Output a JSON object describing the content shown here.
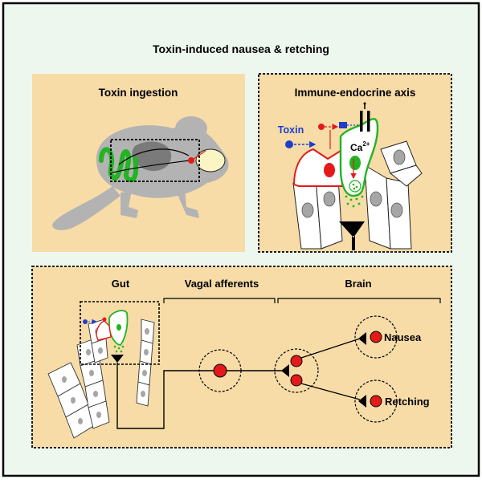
{
  "title": "Toxin-induced nausea & retching",
  "panels": {
    "toxin_ingestion": {
      "title": "Toxin ingestion"
    },
    "immune_endocrine": {
      "title": "Immune-endocrine axis",
      "toxin_label": "Toxin",
      "ca_label": "Ca",
      "ca_superscript": "2+"
    },
    "pathway": {
      "gut_label": "Gut",
      "vagal_label": "Vagal afferents",
      "brain_label": "Brain",
      "nausea_label": "Nausea",
      "retching_label": "Retching"
    }
  },
  "colors": {
    "background": "#eef7ee",
    "panel_fill": "#f7dca8",
    "mouse_body": "#b3b3b3",
    "gut_green": "#22b422",
    "neuron_red": "#e41a1a",
    "toxin_blue": "#1f3ec8",
    "cell_nucleus": "#a6a6a6",
    "yolk": "#fbf5c4"
  }
}
